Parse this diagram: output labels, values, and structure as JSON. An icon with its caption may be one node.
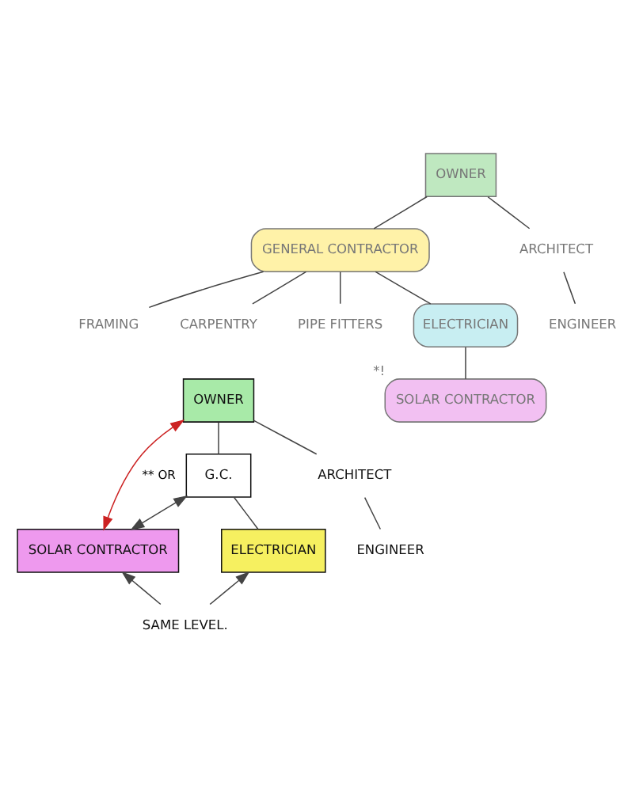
{
  "diagram": {
    "nodes": [
      {
        "text": [
          "OWNER"
        ]
      },
      {
        "text": [
          "GENERAL CONTRACTOR"
        ]
      },
      {
        "text": [
          "ARCHITECT"
        ]
      },
      {
        "text": [
          "ENGINEER"
        ]
      },
      {
        "text": [
          "FRAMING"
        ]
      },
      {
        "text": [
          "CARPENTRY"
        ]
      },
      {
        "text": [
          "PIPE FITTERS"
        ]
      },
      {
        "text": [
          "ELECTRICIAN"
        ]
      },
      {
        "text": [
          "SOLAR CONTRACTOR"
        ],
        "beside": [
          "*!"
        ]
      },
      {
        "text": [
          "OWNER"
        ]
      },
      {
        "text": [
          "G.C."
        ]
      },
      {
        "text": [
          "ARCHITECT"
        ]
      },
      {
        "text": [
          "ENGINEER"
        ]
      },
      {
        "text": [
          "SOLAR CONTRACTOR"
        ]
      },
      {
        "text": [
          "ELECTRICIAN"
        ]
      },
      {
        "text": [
          "SAME LEVEL."
        ]
      }
    ],
    "edges": [
      {
        "from": 0,
        "to": 1,
        "arrow": "none"
      },
      {
        "from": 0,
        "to": 2,
        "arrow": "none"
      },
      {
        "from": 2,
        "to": 3,
        "arrow": "none"
      },
      {
        "from": 1,
        "to": 4,
        "arrow": "none"
      },
      {
        "from": 1,
        "to": 5,
        "arrow": "none"
      },
      {
        "from": 1,
        "to": 6,
        "arrow": "none"
      },
      {
        "from": 1,
        "to": 7,
        "arrow": "none"
      },
      {
        "from": 7,
        "to": 8,
        "arrow": "none"
      },
      {
        "from": 9,
        "to": 10,
        "arrow": "none"
      },
      {
        "from": 9,
        "to": 11,
        "arrow": "none"
      },
      {
        "from": 11,
        "to": 12,
        "arrow": "none"
      },
      {
        "from": 9,
        "to": 13,
        "arrow": "both",
        "label": "** OR",
        "color": "#cc2222"
      },
      {
        "from": 10,
        "to": 13,
        "arrow": "both"
      },
      {
        "from": 10,
        "to": 14,
        "arrow": "none"
      },
      {
        "from": 15,
        "to": 13,
        "arrow": "to"
      },
      {
        "from": 15,
        "to": 14,
        "arrow": "to"
      }
    ]
  }
}
